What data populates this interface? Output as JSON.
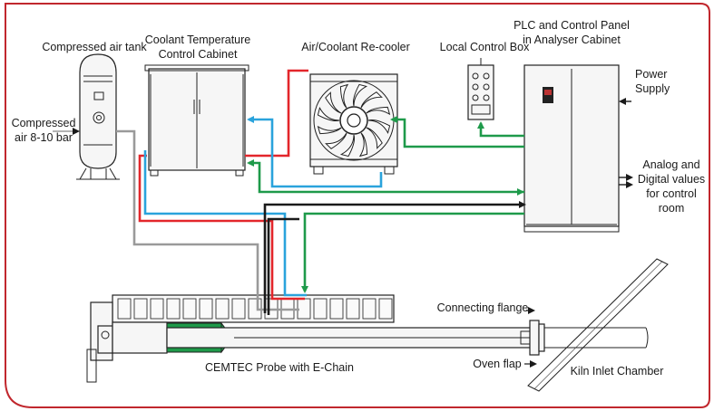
{
  "labels": {
    "compressed_air_tank": "Compressed air tank",
    "coolant_cabinet_1": "Coolant Temperature",
    "coolant_cabinet_2": "Control Cabinet",
    "recooler": "Air/Coolant Re-cooler",
    "local_control_box": "Local Control Box",
    "plc_1": "PLC and Control Panel",
    "plc_2": "in Analyser Cabinet",
    "power_1": "Power",
    "power_2": "Supply",
    "analog_1": "Analog and",
    "analog_2": "Digital values",
    "analog_3": "for control",
    "analog_4": "room",
    "compressed_air_1": "Compressed",
    "compressed_air_2": "air 8-10 bar",
    "connecting_flange": "Connecting flange",
    "oven_flap": "Oven flap",
    "probe": "CEMTEC Probe with E-Chain",
    "kiln": "Kiln Inlet Chamber"
  },
  "colors": {
    "frame": "#c1272d",
    "red_line": "#e3262b",
    "blue_line": "#2aa3dc",
    "green_line": "#1e9a4a",
    "black_line": "#1a1a1a",
    "gray_line": "#9a9a9a",
    "probe_green": "#1f9a4a"
  }
}
